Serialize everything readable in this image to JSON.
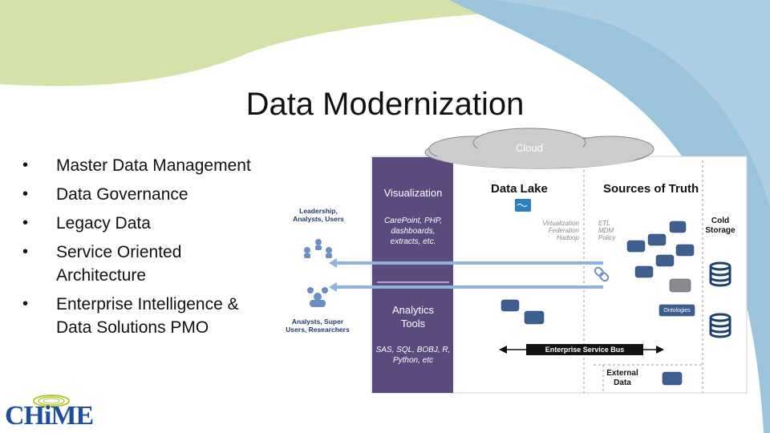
{
  "title": "Data Modernization",
  "bullets": [
    "Master Data Management",
    "Data Governance",
    "Legacy Data",
    "Service Oriented Architecture",
    "Enterprise Intelligence & Data Solutions PMO"
  ],
  "diagram": {
    "cloud_label": "Cloud",
    "actor_top": "Leadership, Analysts, Users",
    "actor_bottom": "Analysts, Super Users, Researchers",
    "visualization": {
      "heading": "Visualization",
      "text": "CarePoint, PHP, dashboards, extracts, etc."
    },
    "analytics": {
      "heading": "Analytics Tools",
      "text": "SAS, SQL, BOBJ, R, Python, etc"
    },
    "data_lake": "Data Lake",
    "sources_of_truth": "Sources of Truth",
    "virtualization_text": "Virtualization Federation Hadoop",
    "etl_text": "ETL MDM Policy",
    "cold_storage": "Cold Storage",
    "ontologies": "Ontologies",
    "enterprise_service_bus": "Enterprise Service Bus",
    "external_data": "External Data"
  },
  "logo_text": "CHiME",
  "colors": {
    "purple_column": "#5b4a7e",
    "arrow_blue": "#8fb3d9",
    "corner_green": "#d4e1a8",
    "corner_blue": "#9bc3dc",
    "logo_blue": "#1d4e9e"
  }
}
